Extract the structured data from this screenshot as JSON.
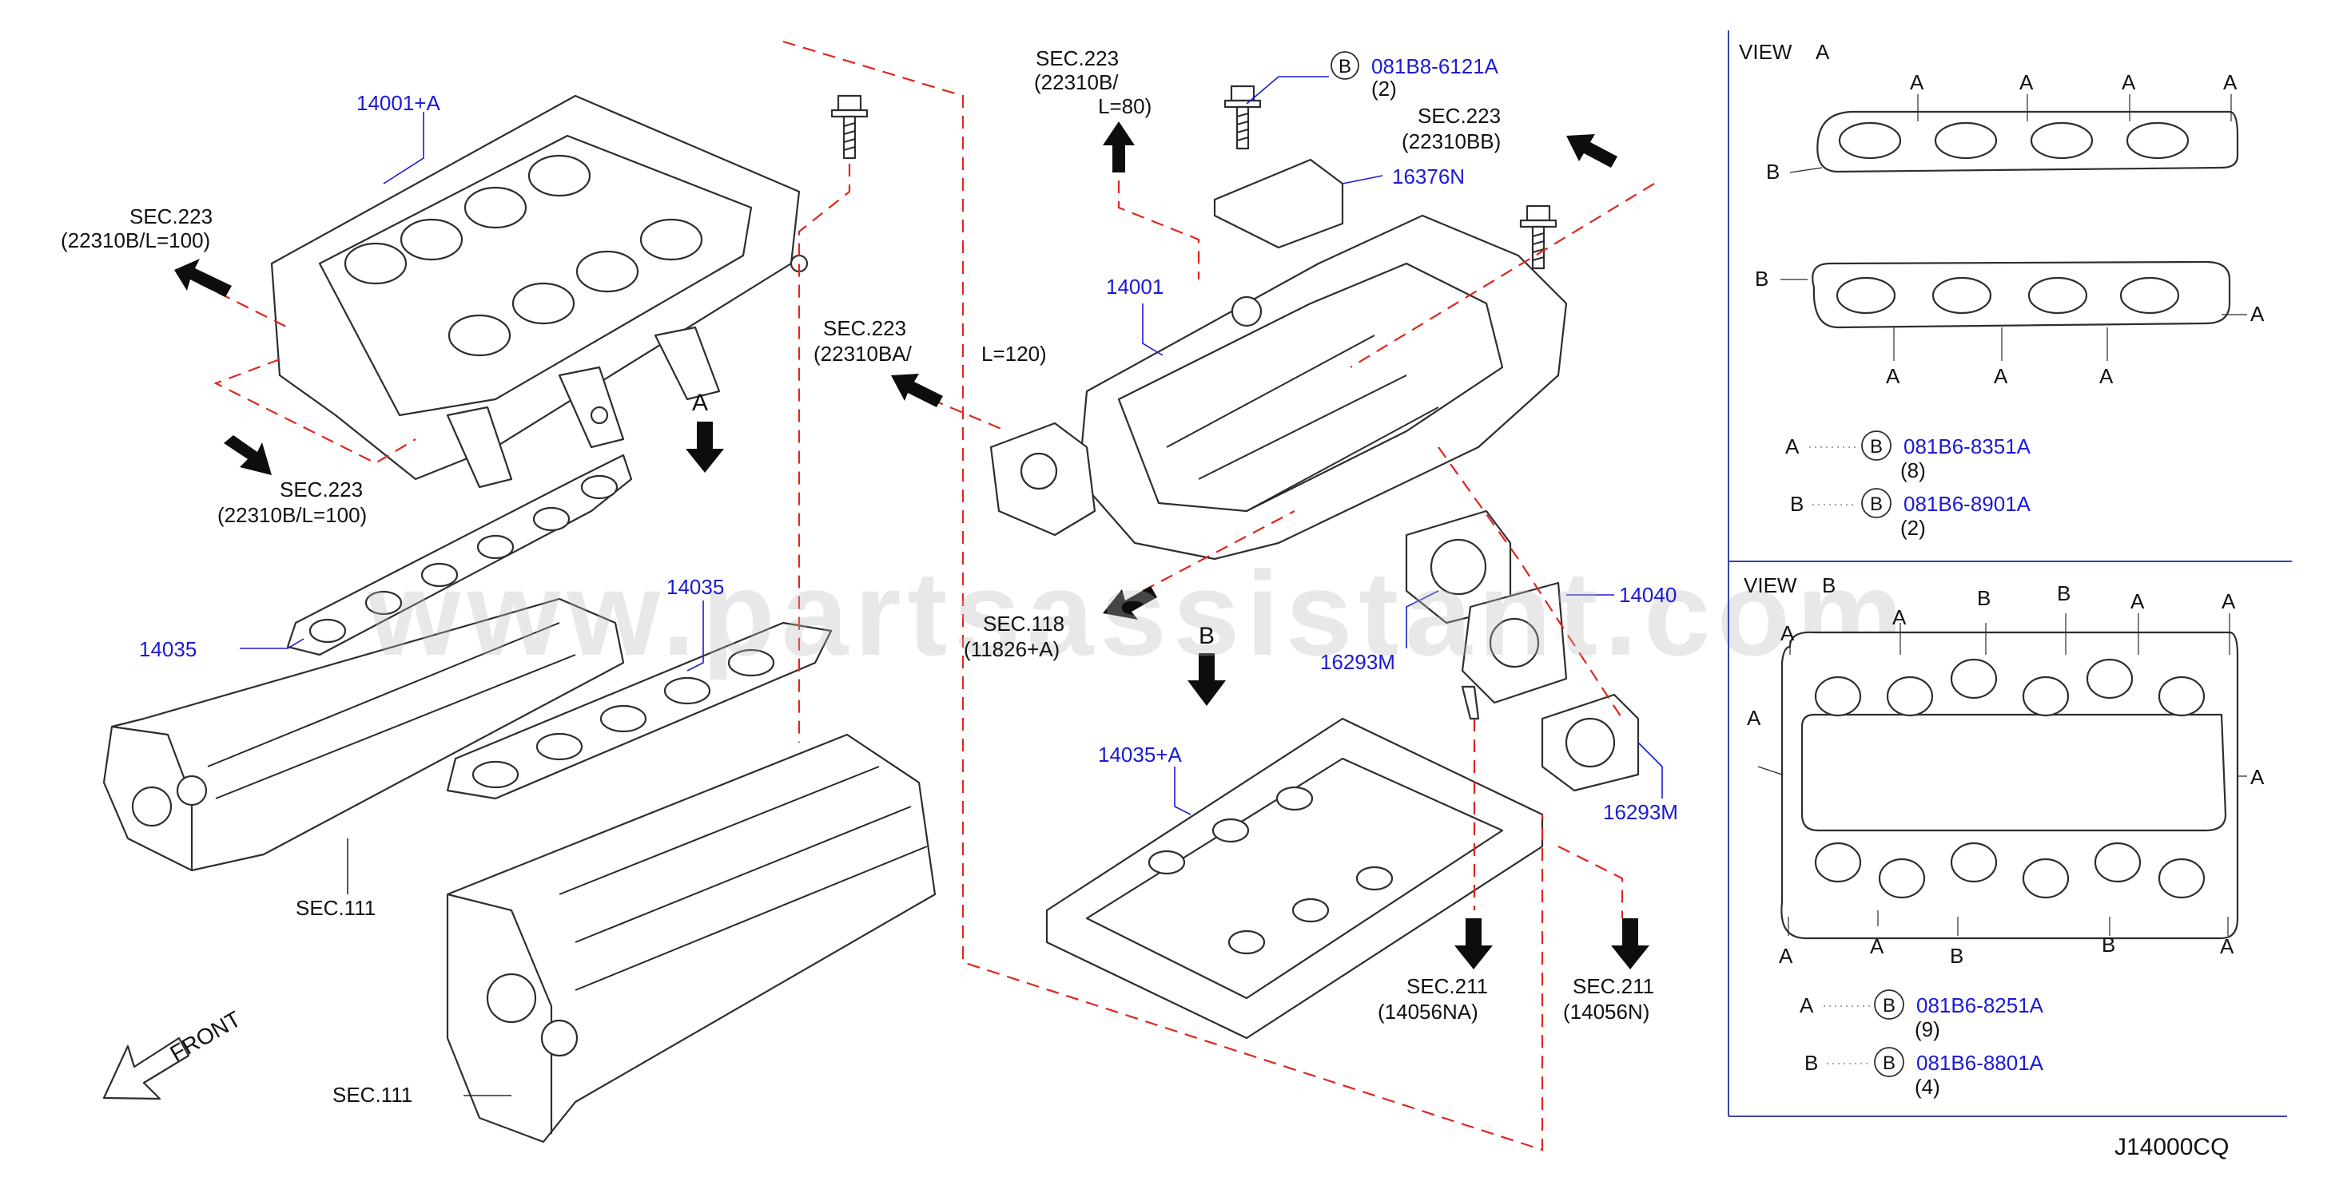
{
  "diagram_id": "J14000CQ",
  "watermark": "www.partsassistant.com",
  "callouts": {
    "p14001_a": "14001+A",
    "p14001": "14001",
    "p16376n": "16376N",
    "p14035_left": "14035",
    "p14035_mid": "14035",
    "p14035_a": "14035+A",
    "p14040": "14040",
    "p16293m_1": "16293M",
    "p16293m_2": "16293M",
    "bolt_top": "081B8-6121A",
    "bolt_top_qty": "(2)"
  },
  "section_refs": {
    "sec223_l100_top_1": "SEC.223",
    "sec223_l100_top_2": "(22310B/L=100)",
    "sec223_l100_bot_1": "SEC.223",
    "sec223_l100_bot_2": "(22310B/L=100)",
    "sec223_ba_1": "SEC.223",
    "sec223_ba_2": "(22310BA/",
    "sec223_ba_3": "L=120)",
    "sec223_l80_1": "SEC.223",
    "sec223_l80_2": "(22310B/",
    "sec223_l80_3": "L=80)",
    "sec223_bb_1": "SEC.223",
    "sec223_bb_2": "(22310BB)",
    "sec118_1": "SEC.118",
    "sec118_2": "(11826+A)",
    "sec111_a": "SEC.111",
    "sec111_b": "SEC.111",
    "sec211_na_1": "SEC.211",
    "sec211_na_2": "(14056NA)",
    "sec211_n_1": "SEC.211",
    "sec211_n_2": "(14056N)"
  },
  "view_markers": {
    "a": "A",
    "b": "B",
    "front": "FRONT"
  },
  "view_a": {
    "title": "VIEW",
    "letter": "A",
    "letter_a": "A",
    "letter_b": "B",
    "legend": [
      {
        "key": "A",
        "circle": "B",
        "part": "081B6-8351A",
        "qty": "(8)"
      },
      {
        "key": "B",
        "circle": "B",
        "part": "081B6-8901A",
        "qty": "(2)"
      }
    ]
  },
  "view_b": {
    "title": "VIEW",
    "letter": "B",
    "letter_a": "A",
    "letter_b": "B",
    "legend": [
      {
        "key": "A",
        "circle": "B",
        "part": "081B6-8251A",
        "qty": "(9)"
      },
      {
        "key": "B",
        "circle": "B",
        "part": "081B6-8801A",
        "qty": "(4)"
      }
    ]
  },
  "colors": {
    "callout": "#1a1ad6",
    "leader_dashed": "#e0261e",
    "text": "#111111",
    "frame": "#3a44a8"
  }
}
